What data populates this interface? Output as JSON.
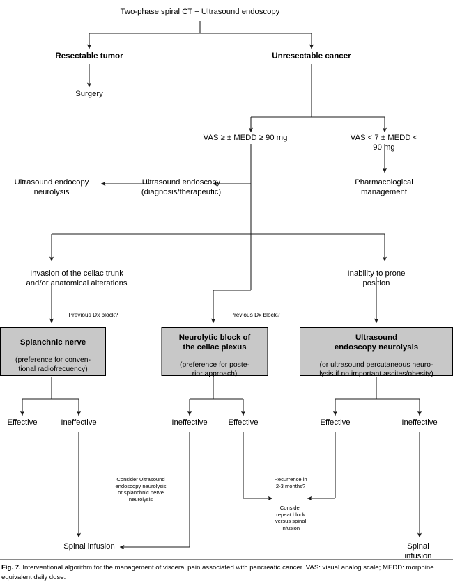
{
  "figure": {
    "label": "Fig. 7.",
    "caption": "Interventional algorithm for the management of visceral pain associated with pancreatic cancer. VAS: visual analog scale; MEDD: morphine equivalent daily dose."
  },
  "colors": {
    "box_fill": "#c8c8c8",
    "box_stroke": "#000000",
    "line": "#1a1a1a",
    "background": "#ffffff",
    "text": "#000000",
    "rule": "#8a8a8a"
  },
  "nodes": {
    "root": "Two-phase spiral CT + Ultrasound endoscopy",
    "resectable": "Resectable tumor",
    "unresectable": "Unresectable cancer",
    "surgery": "Surgery",
    "vas_high": "VAS ≥ ± MEDD ≥ 90 mg",
    "vas_low": "VAS < 7 ± MEDD < 90 mg",
    "us_endoscopy": "Ultrasound endoscopy\n(diagnosis/therapeutic)",
    "us_neurolysis": "Ultrasound endocopy\nneurolysis",
    "pharmacological": "Pharmacological\nmanagement",
    "invasion": "Invasion of the celiac trunk\nand/or anatomical alterations",
    "inability": "Inability to prone position",
    "prev_dx_left": "Previous Dx block?",
    "prev_dx_mid": "Previous Dx block?",
    "outcome_1": "Effective",
    "outcome_2": "Ineffective",
    "outcome_3": "Ineffective",
    "outcome_4": "Effective",
    "outcome_5": "Effective",
    "outcome_6": "Ineffective",
    "consider_us": "Consider Ultrasound\nendoscopy neurolysis\nor splanchnic nerve\nneurolysis",
    "recurrence": "Recurrence in\n2-3 months?",
    "consider_repeat": "Consider\nrepeat block\nversus spinal\ninfusion",
    "spinal_left": "Spinal infusion",
    "spinal_right": "Spinal infusion"
  },
  "boxes": {
    "splanchnic": {
      "head": "Splanchnic nerve",
      "body": "(preference for conven-\ntional radiofrecuency)"
    },
    "neurolytic": {
      "head": "Neurolytic block of\nthe celiac plexus",
      "body": "(preference for poste-\nrior approach)"
    },
    "ultrasound": {
      "head": "Ultrasound\nendoscopy neurolysis",
      "body": "(or ultrasound percutaneous neuro-\nlysis if no important ascites/obesity)"
    }
  }
}
